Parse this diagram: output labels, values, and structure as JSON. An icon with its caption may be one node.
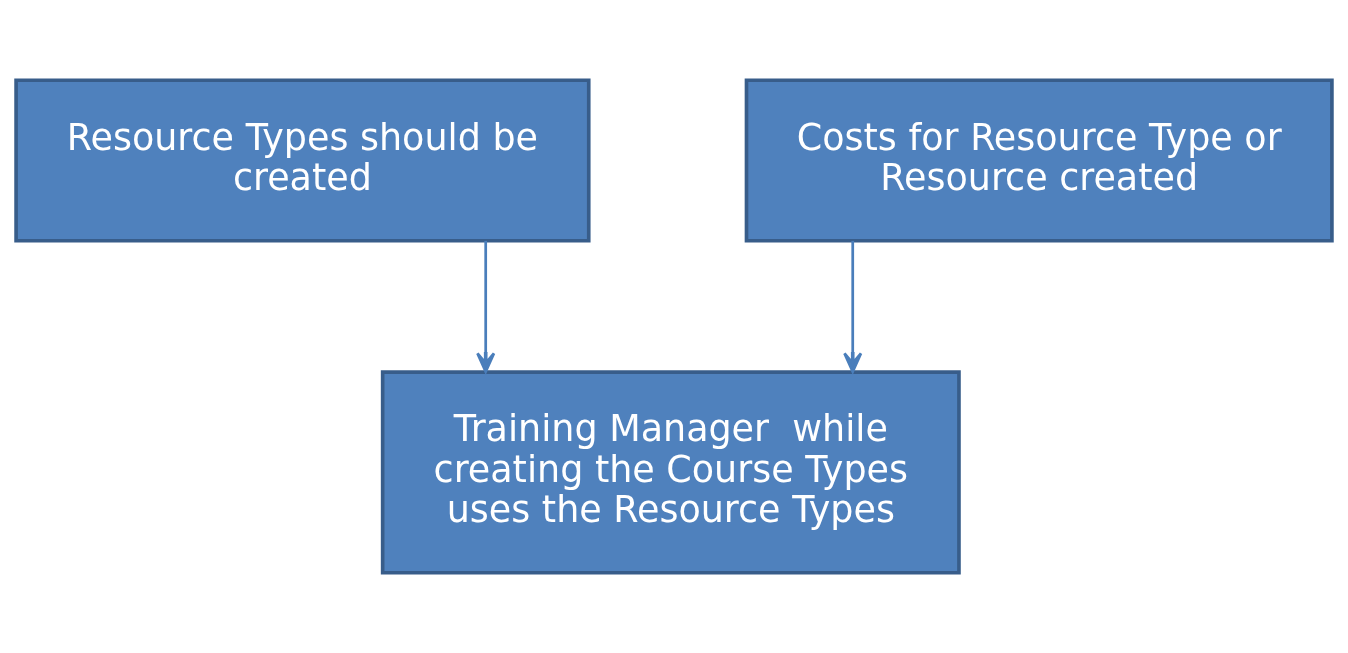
{
  "diagram": {
    "nodes": [
      {
        "text": [
          "Resource Types should be created"
        ]
      },
      {
        "text": [
          "Costs for Resource Type or Resource created"
        ]
      },
      {
        "text": [
          "Training Manager  while creating the Course Types uses the Resource Types"
        ]
      }
    ],
    "edges": [
      {
        "from": 0,
        "to": 2,
        "arrow": "to"
      },
      {
        "from": 1,
        "to": 2,
        "arrow": "to"
      }
    ]
  }
}
